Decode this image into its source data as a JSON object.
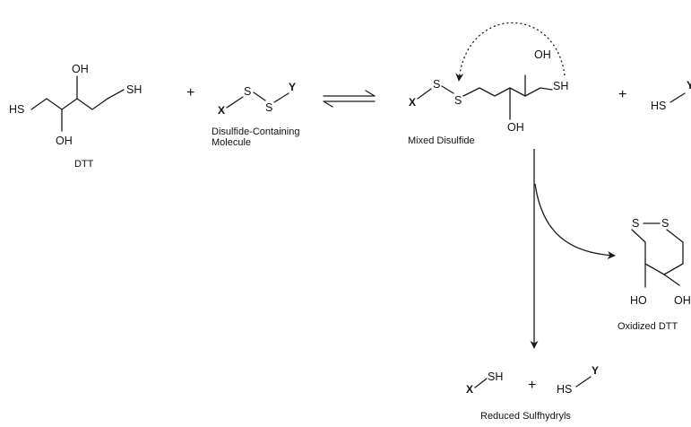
{
  "molecules": {
    "dtt": {
      "hs_left": "HS",
      "oh_top": "OH",
      "sh_right": "SH",
      "oh_bottom": "OH",
      "caption": "DTT"
    },
    "disulfide_molecule": {
      "x": "X",
      "s1": "S",
      "s2": "S",
      "y": "Y",
      "caption_line1": "Disulfide-Containing",
      "caption_line2": "Molecule"
    },
    "mixed_disulfide": {
      "x": "X",
      "s1": "S",
      "s2": "S",
      "oh_top": "OH",
      "sh": "SH",
      "oh_bottom": "OH",
      "caption": "Mixed Disulfide"
    },
    "hs_y": {
      "hs": "HS",
      "y": "Y"
    },
    "oxidized_dtt": {
      "s1": "S",
      "s2": "S",
      "ho": "HO",
      "oh": "OH",
      "caption": "Oxidized DTT"
    },
    "products": {
      "x": "X",
      "sh": "SH",
      "hs": "HS",
      "y": "Y",
      "caption": "Reduced Sulfhydryls"
    }
  },
  "operators": {
    "plus": "+"
  }
}
